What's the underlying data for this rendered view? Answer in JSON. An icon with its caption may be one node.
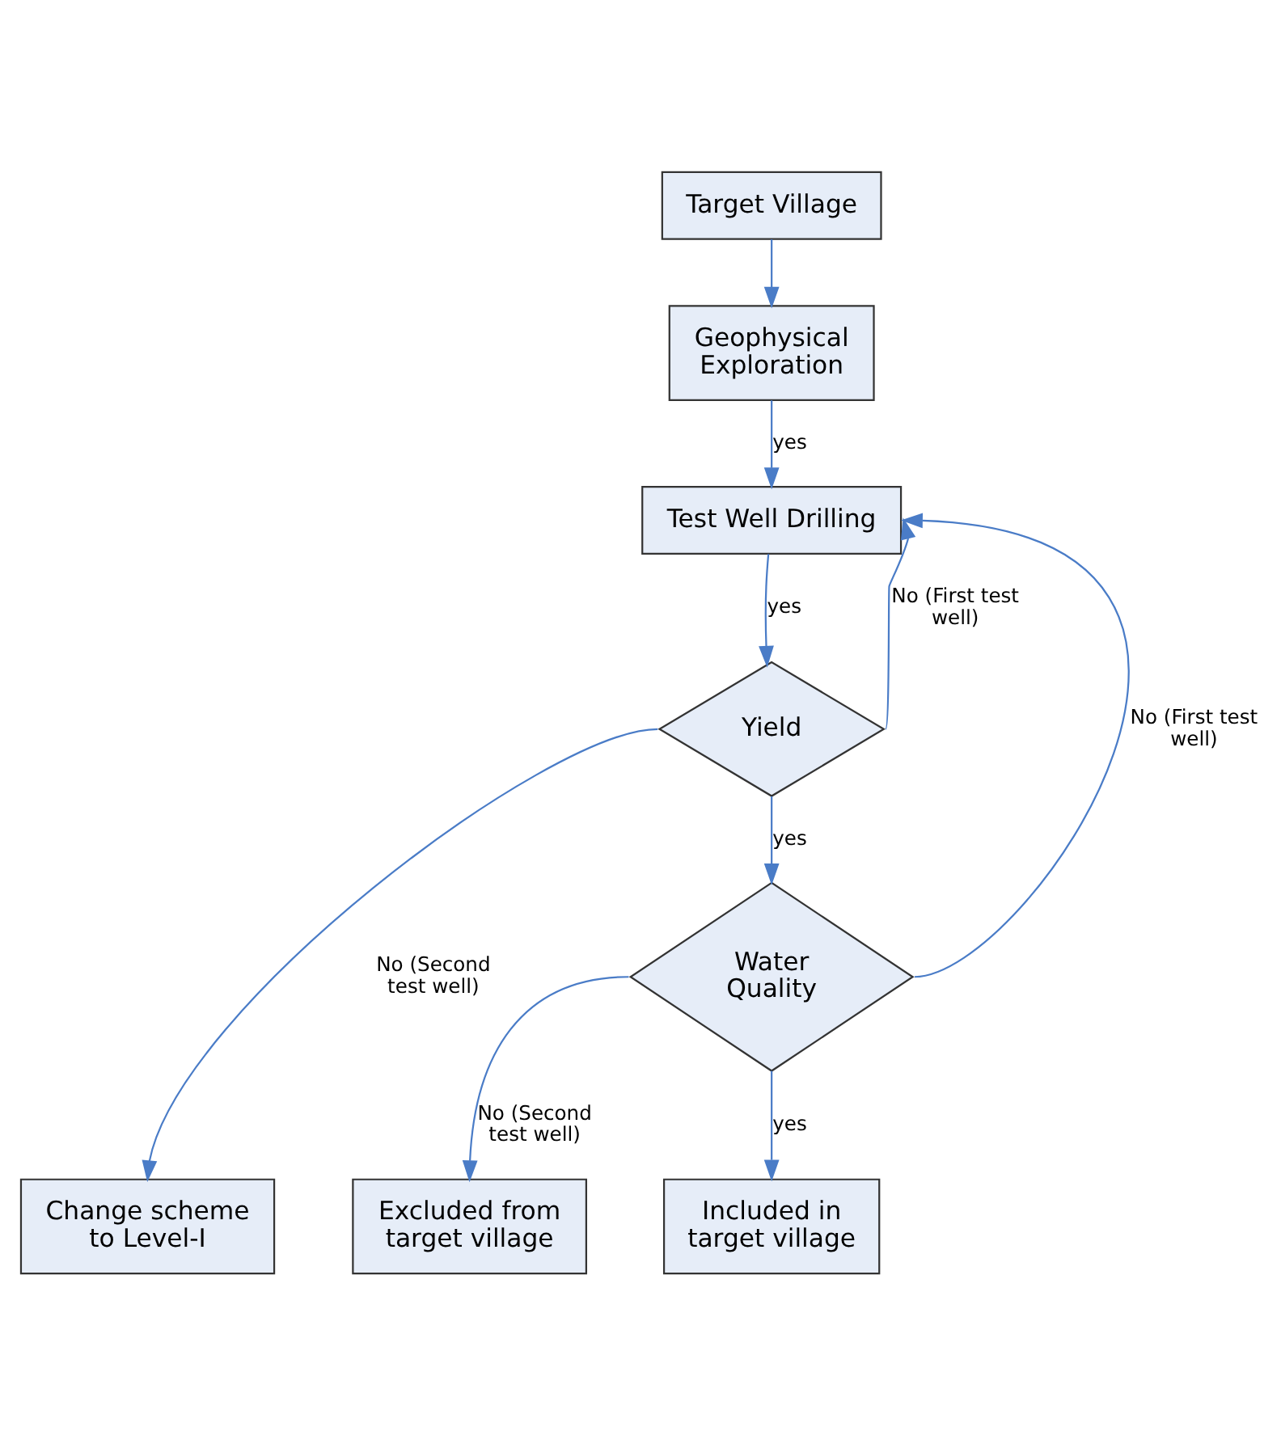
{
  "diagram": {
    "nodes": [
      {
        "text": [
          "Target Village"
        ]
      },
      {
        "text": [
          "Geophysical Exploration"
        ]
      },
      {
        "text": [
          "Test Well Drilling"
        ]
      },
      {
        "text": [
          "Yield"
        ]
      },
      {
        "text": [
          "Water Quality"
        ]
      },
      {
        "text": [
          "Change scheme to Level-I"
        ]
      },
      {
        "text": [
          "Excluded from target village"
        ]
      },
      {
        "text": [
          "Included in target village"
        ]
      }
    ],
    "edges": [
      {
        "from": 0,
        "to": 1,
        "arrow": "to"
      },
      {
        "from": 1,
        "to": 2,
        "arrow": "to",
        "label": "yes"
      },
      {
        "from": 2,
        "to": 3,
        "arrow": "to",
        "label": "yes"
      },
      {
        "from": 3,
        "to": 5,
        "arrow": "to",
        "label": "No (Second test well)"
      },
      {
        "from": 3,
        "to": 2,
        "arrow": "to",
        "label": "No (First test well)"
      },
      {
        "from": 3,
        "to": 4,
        "arrow": "to",
        "label": "yes"
      },
      {
        "from": 4,
        "to": 6,
        "arrow": "to",
        "label": "No (Second test well)"
      },
      {
        "from": 4,
        "to": 2,
        "arrow": "to",
        "label": "No (First test well)"
      },
      {
        "from": 4,
        "to": 7,
        "arrow": "to",
        "label": "yes"
      }
    ]
  }
}
